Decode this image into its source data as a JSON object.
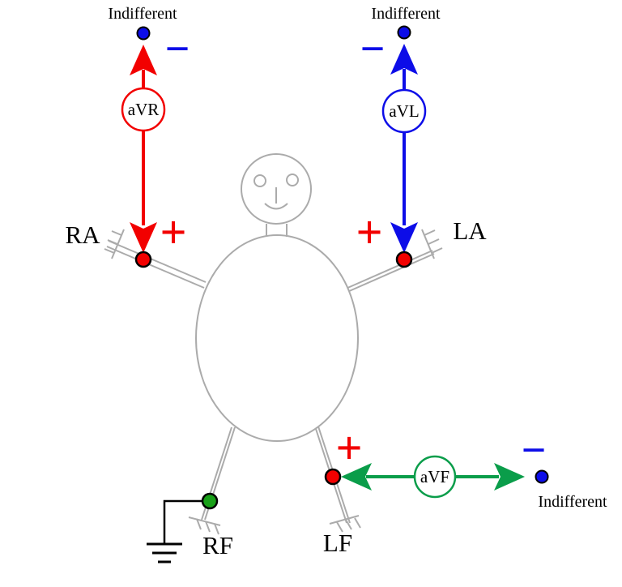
{
  "colors": {
    "red": "#f20000",
    "blue": "#0d0de8",
    "green": "#0a9d4a",
    "electrode_green": "#18a018",
    "body_gray": "#ababab",
    "wire_black": "#000000"
  },
  "leads": {
    "avr": {
      "name": "aVR",
      "electrode": "RA",
      "indifferent": "Indifferent",
      "plus": "+",
      "minus": "−"
    },
    "avl": {
      "name": "aVL",
      "electrode": "LA",
      "indifferent": "Indifferent",
      "plus": "+",
      "minus": "−"
    },
    "avf": {
      "name": "aVF",
      "electrode": "LF",
      "indifferent": "Indifferent",
      "plus": "+",
      "minus": "−"
    }
  },
  "ground": {
    "electrode": "RF"
  }
}
